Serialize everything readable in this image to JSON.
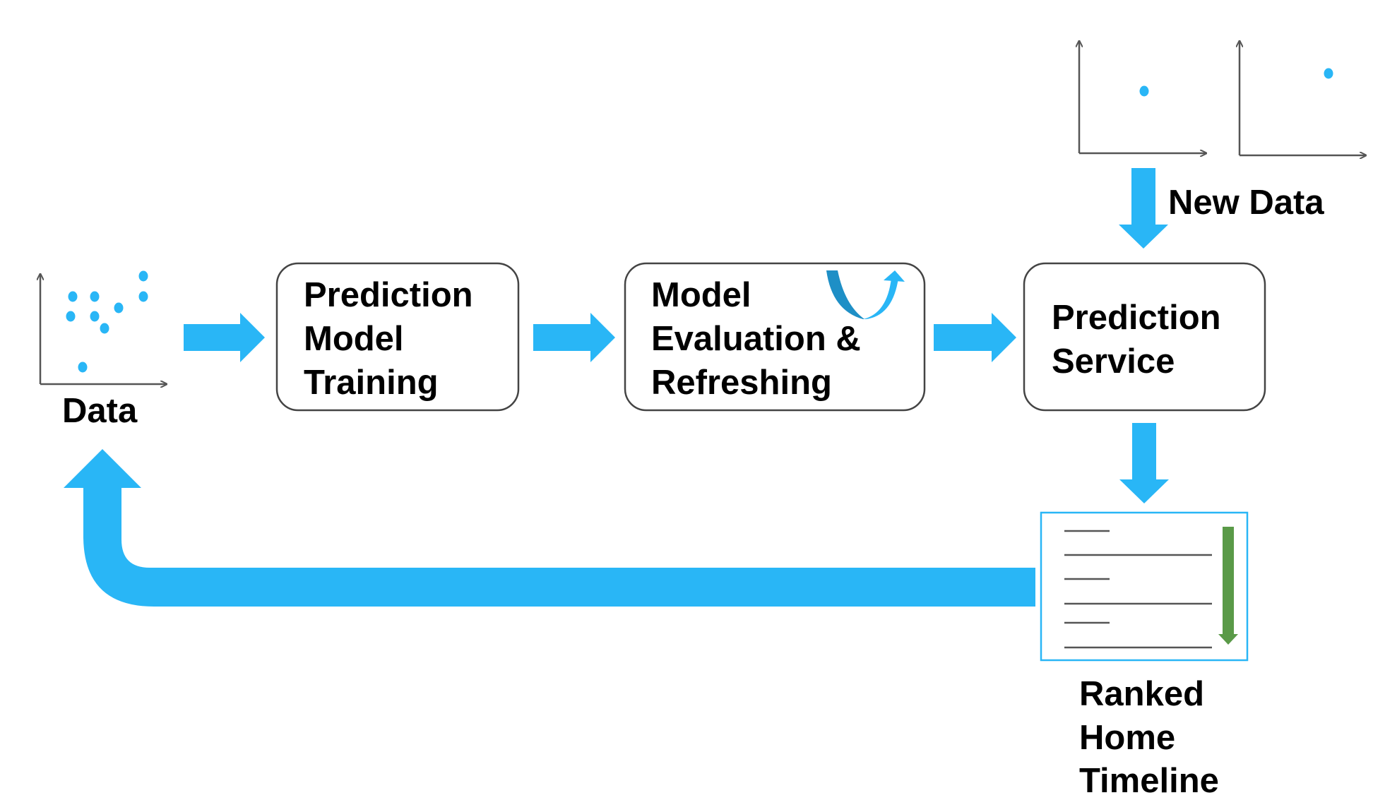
{
  "colors": {
    "flow_arrow": "#29b6f6",
    "data_point": "#29b6f6",
    "box_border": "#444444",
    "axis": "#555555",
    "rank_arrow": "#5a9a48",
    "timeline_border": "#29b6f6",
    "eval_curve": "#1e8fc6"
  },
  "nodes": {
    "data": {
      "label": "Data"
    },
    "training": {
      "lines": [
        "Prediction",
        "Model",
        "Training"
      ]
    },
    "evaluation": {
      "lines": [
        "Model",
        "Evaluation &",
        "Refreshing"
      ]
    },
    "service": {
      "lines": [
        "Prediction",
        "Service"
      ]
    },
    "new_data": {
      "label": "New Data"
    },
    "timeline": {
      "lines": [
        "Ranked",
        "Home",
        "Timeline"
      ]
    }
  },
  "icons": {
    "data_chart": "scatter-plot-icon",
    "new_data_charts": "single-point-plot-icon",
    "eval_curve": "u-curve-arrow-icon",
    "timeline_doc": "ranked-list-icon",
    "rank_arrow": "down-arrow-icon"
  }
}
